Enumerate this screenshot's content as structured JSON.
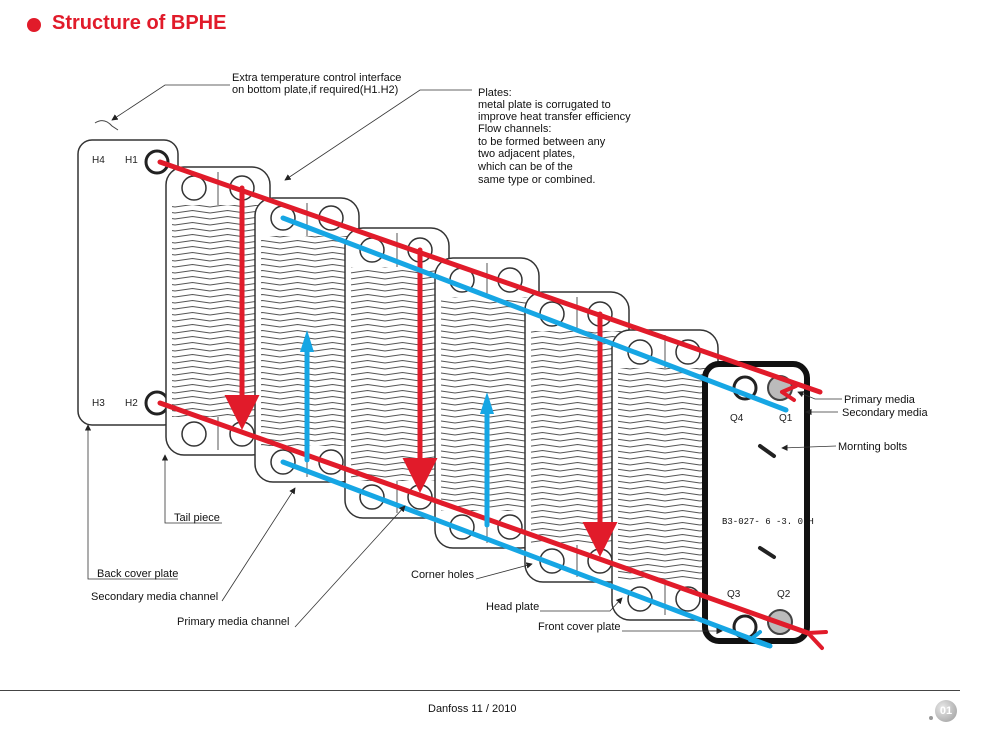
{
  "header": {
    "title": "Structure of BPHE"
  },
  "colors": {
    "primary_media": "#e11b2a",
    "secondary_media": "#16a6e4",
    "title": "#e11b2a"
  },
  "annotations": {
    "extra_temp": [
      "Extra temperature control interface",
      "on bottom plate,if required(H1.H2)"
    ],
    "plates": [
      "Plates:",
      "metal plate is corrugated to",
      "improve heat transfer efficiency",
      "Flow channels:",
      "to be formed between any",
      "two adjacent plates,",
      "which can be of the",
      "same type or combined."
    ],
    "primary_media": "Primary media",
    "secondary_media": "Secondary media",
    "mounting_bolts": "Mornting bolts",
    "tail_piece": "Tail piece",
    "back_cover_plate": "Back cover plate",
    "secondary_media_channel": "Secondary media channel",
    "primary_media_channel": "Primary media channel",
    "corner_holes": "Corner holes",
    "head_plate": "Head plate",
    "front_cover_plate": "Front cover plate"
  },
  "ports": {
    "h1": "H1",
    "h2": "H2",
    "h3": "H3",
    "h4": "H4",
    "q1": "Q1",
    "q2": "Q2",
    "q3": "Q3",
    "q4": "Q4"
  },
  "model_code": "B3-027- 6 -3. 0-H",
  "footer": {
    "text": "Danfoss  11 / 2010",
    "page": "01"
  }
}
